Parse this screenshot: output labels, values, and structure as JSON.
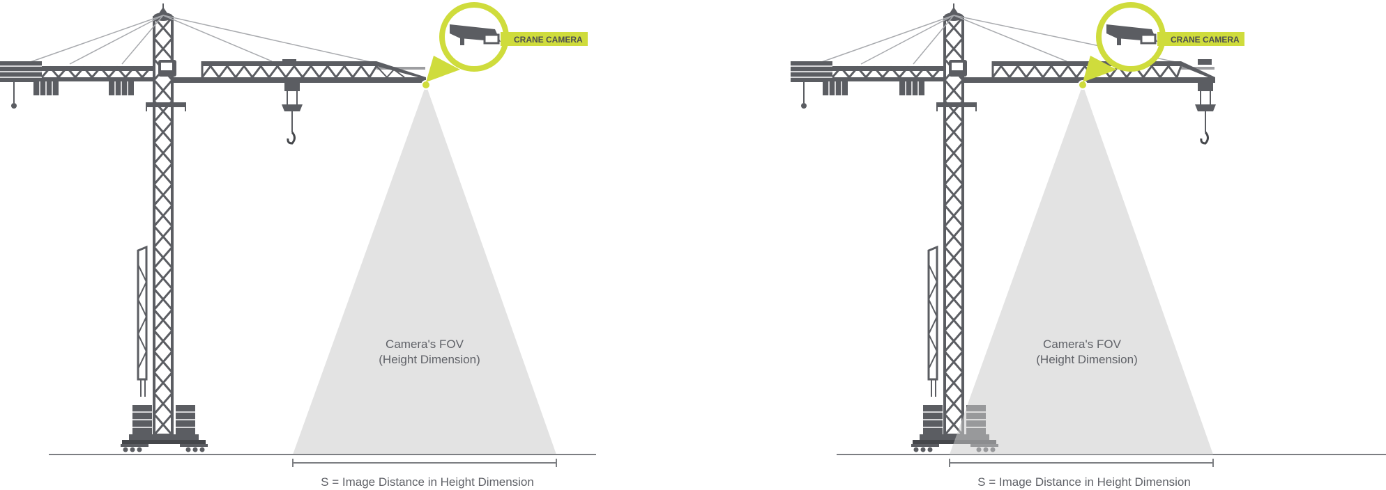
{
  "colors": {
    "steel": "#5b5d62",
    "steel_dark": "#45474b",
    "accent": "#cfdc3c",
    "fov": "#e3e3e3",
    "ground": "#7c7e82",
    "text": "#5f6167",
    "callout_text": "#4a4c50"
  },
  "panels": [
    {
      "callout_label": "CRANE CAMERA",
      "fov_line1": "Camera's FOV",
      "fov_line2": "(Height Dimension)",
      "distance_label": "S = Image Distance in Height Dimension",
      "icons": {
        "camera": "security-camera-icon",
        "hook": "crane-hook-icon"
      }
    },
    {
      "callout_label": "CRANE CAMERA",
      "fov_line1": "Camera's FOV",
      "fov_line2": "(Height Dimension)",
      "distance_label": "S = Image Distance in Height Dimension",
      "icons": {
        "camera": "security-camera-icon",
        "hook": "crane-hook-icon"
      }
    }
  ]
}
